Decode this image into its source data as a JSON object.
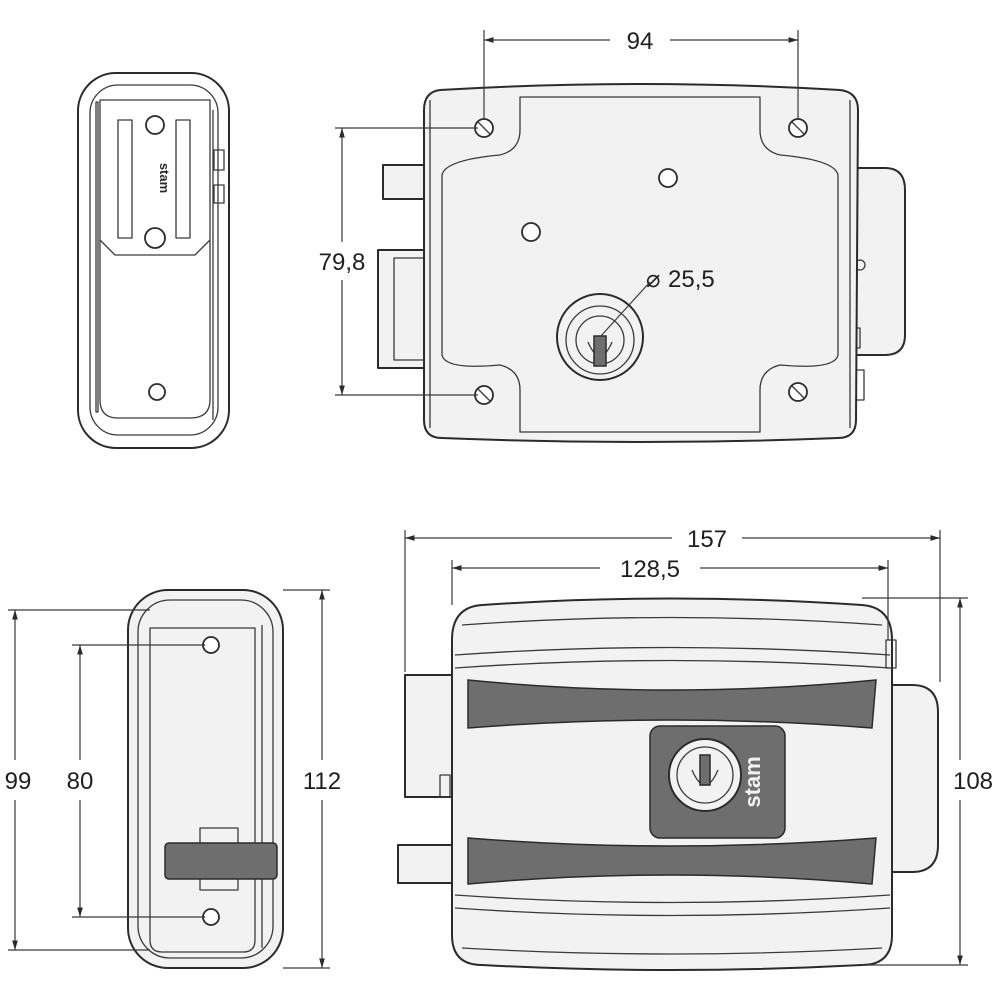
{
  "drawing": {
    "front_view": {
      "dim_width": "94",
      "dim_height": "79,8",
      "dim_cylinder": "25,5",
      "diameter_symbol": "⌀"
    },
    "side_view_top": {
      "logo": "stam"
    },
    "side_view_bottom": {
      "dim_outer_left": "99",
      "dim_inner_left": "80",
      "dim_right": "112"
    },
    "cover_view": {
      "dim_total": "157",
      "dim_body": "128,5",
      "dim_height": "108",
      "logo": "stam"
    }
  }
}
